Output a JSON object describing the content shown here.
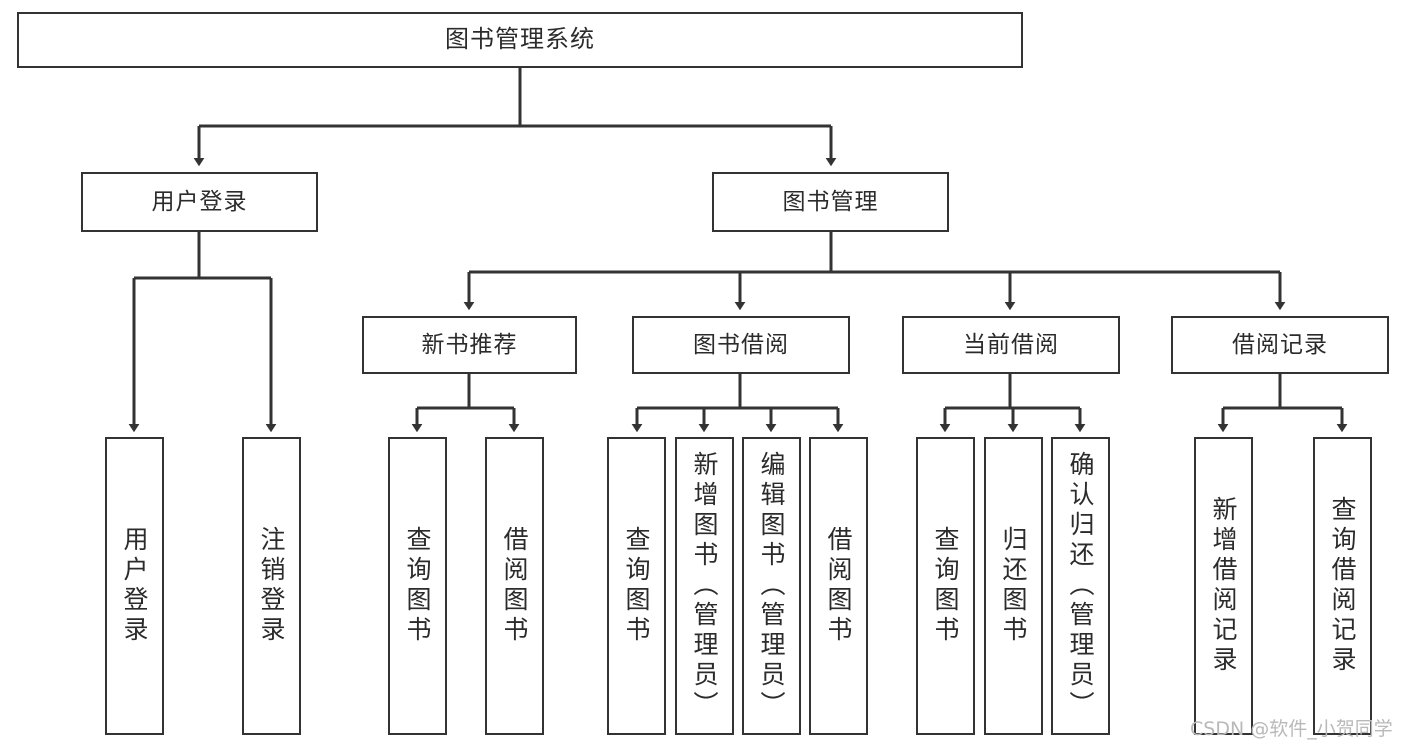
{
  "diagram": {
    "title": "图书管理系统",
    "type": "hierarchy-tree",
    "orientation": "top-down",
    "theme": {
      "background": "#ffffff",
      "box_border": "#333333",
      "box_fill": "#ffffff",
      "text": "#2b2b2b",
      "edge": "#333333",
      "watermark": "#b9b9b9"
    },
    "levels": {
      "root": "图书管理系统",
      "level2": [
        "用户登录",
        "图书管理"
      ],
      "level3": [
        "新书推荐",
        "图书借阅",
        "当前借阅",
        "借阅记录"
      ]
    },
    "nodes": {
      "root": {
        "label": "图书管理系统"
      },
      "user_login": {
        "label": "用户登录"
      },
      "book_manage": {
        "label": "图书管理"
      },
      "new_book_rec": {
        "label": "新书推荐"
      },
      "book_borrow": {
        "label": "图书借阅"
      },
      "current_borrow": {
        "label": "当前借阅"
      },
      "borrow_record": {
        "label": "借阅记录"
      },
      "leaf_user_login": {
        "label": "用户登录"
      },
      "leaf_logout": {
        "label": "注销登录"
      },
      "leaf_query_book_1": {
        "label": "查询图书"
      },
      "leaf_borrow_book_1": {
        "label": "借阅图书"
      },
      "leaf_query_book_2": {
        "label": "查询图书"
      },
      "leaf_add_book": {
        "label": "新增图书（管理员）"
      },
      "leaf_edit_book": {
        "label": "编辑图书（管理员）"
      },
      "leaf_borrow_book_2": {
        "label": "借阅图书"
      },
      "leaf_query_book_3": {
        "label": "查询图书"
      },
      "leaf_return_book": {
        "label": "归还图书"
      },
      "leaf_confirm_return": {
        "label": "确认归还（管理员）"
      },
      "leaf_add_record": {
        "label": "新增借阅记录"
      },
      "leaf_query_record": {
        "label": "查询借阅记录"
      }
    },
    "edges": [
      {
        "from": "root",
        "to": "user_login"
      },
      {
        "from": "root",
        "to": "book_manage"
      },
      {
        "from": "user_login",
        "to": "leaf_user_login"
      },
      {
        "from": "user_login",
        "to": "leaf_logout"
      },
      {
        "from": "book_manage",
        "to": "new_book_rec"
      },
      {
        "from": "book_manage",
        "to": "book_borrow"
      },
      {
        "from": "book_manage",
        "to": "current_borrow"
      },
      {
        "from": "book_manage",
        "to": "borrow_record"
      },
      {
        "from": "new_book_rec",
        "to": "leaf_query_book_1"
      },
      {
        "from": "new_book_rec",
        "to": "leaf_borrow_book_1"
      },
      {
        "from": "book_borrow",
        "to": "leaf_query_book_2"
      },
      {
        "from": "book_borrow",
        "to": "leaf_add_book"
      },
      {
        "from": "book_borrow",
        "to": "leaf_edit_book"
      },
      {
        "from": "book_borrow",
        "to": "leaf_borrow_book_2"
      },
      {
        "from": "current_borrow",
        "to": "leaf_query_book_3"
      },
      {
        "from": "current_borrow",
        "to": "leaf_return_book"
      },
      {
        "from": "current_borrow",
        "to": "leaf_confirm_return"
      },
      {
        "from": "borrow_record",
        "to": "leaf_add_record"
      },
      {
        "from": "borrow_record",
        "to": "leaf_query_record"
      }
    ]
  },
  "watermark": {
    "text": "CSDN @软件_小贺同学"
  }
}
